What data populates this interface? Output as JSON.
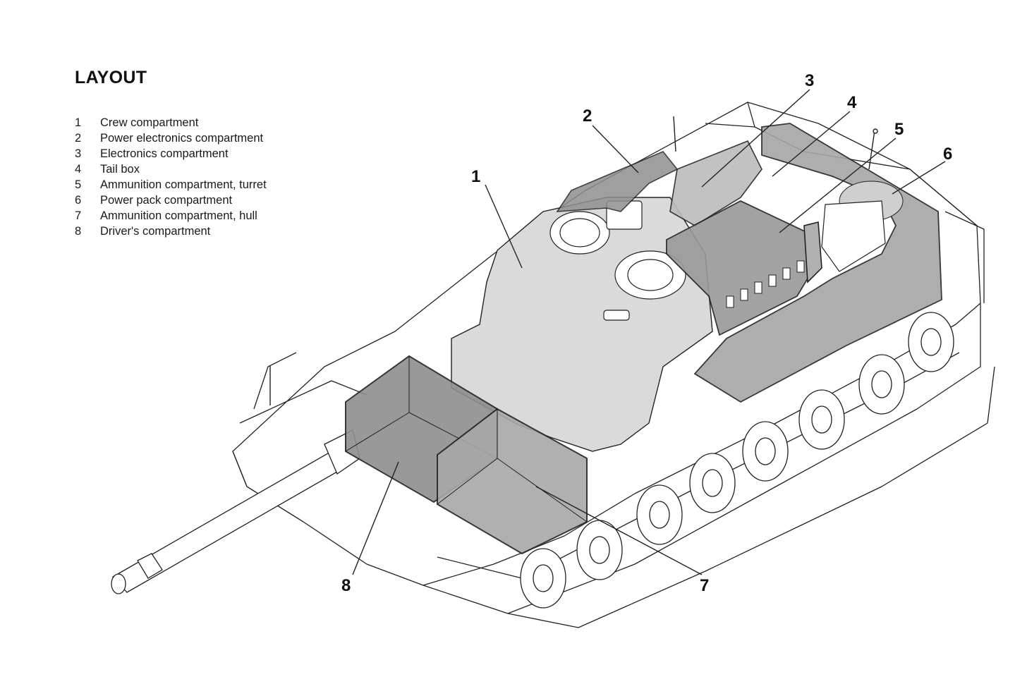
{
  "title": "LAYOUT",
  "legend": [
    {
      "num": "1",
      "label": "Crew  compartment"
    },
    {
      "num": "2",
      "label": "Power  electronics  compartment"
    },
    {
      "num": "3",
      "label": "Electronics  compartment"
    },
    {
      "num": "4",
      "label": "Tail box"
    },
    {
      "num": "5",
      "label": "Ammunition  compartment,  turret"
    },
    {
      "num": "6",
      "label": "Power  pack  compartment"
    },
    {
      "num": "7",
      "label": "Ammunition  compartment,  hull"
    },
    {
      "num": "8",
      "label": "Driver's  compartment"
    }
  ],
  "callouts": [
    "1",
    "2",
    "3",
    "4",
    "5",
    "6",
    "7",
    "8"
  ],
  "colors": {
    "line": "#222222",
    "shade_light": "#d9d9d9",
    "shade_mid": "#bdbdbd",
    "shade_dark": "#9a9a9a"
  }
}
